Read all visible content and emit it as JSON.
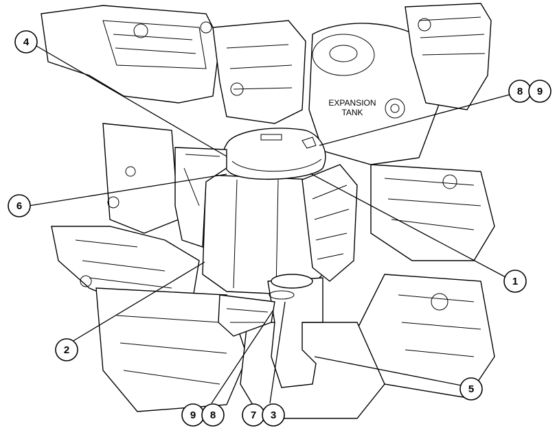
{
  "diagram": {
    "annotations": {
      "expansion_tank_line1": "EXPANSION",
      "expansion_tank_line2": "TANK"
    },
    "callouts": [
      {
        "id": "c4",
        "label": "4"
      },
      {
        "id": "c8a",
        "label": "8"
      },
      {
        "id": "c9a",
        "label": "9"
      },
      {
        "id": "c6",
        "label": "6"
      },
      {
        "id": "c1",
        "label": "1"
      },
      {
        "id": "c2",
        "label": "2"
      },
      {
        "id": "c5",
        "label": "5"
      },
      {
        "id": "c9b",
        "label": "9"
      },
      {
        "id": "c8b",
        "label": "8"
      },
      {
        "id": "c7",
        "label": "7"
      },
      {
        "id": "c3",
        "label": "3"
      }
    ]
  }
}
